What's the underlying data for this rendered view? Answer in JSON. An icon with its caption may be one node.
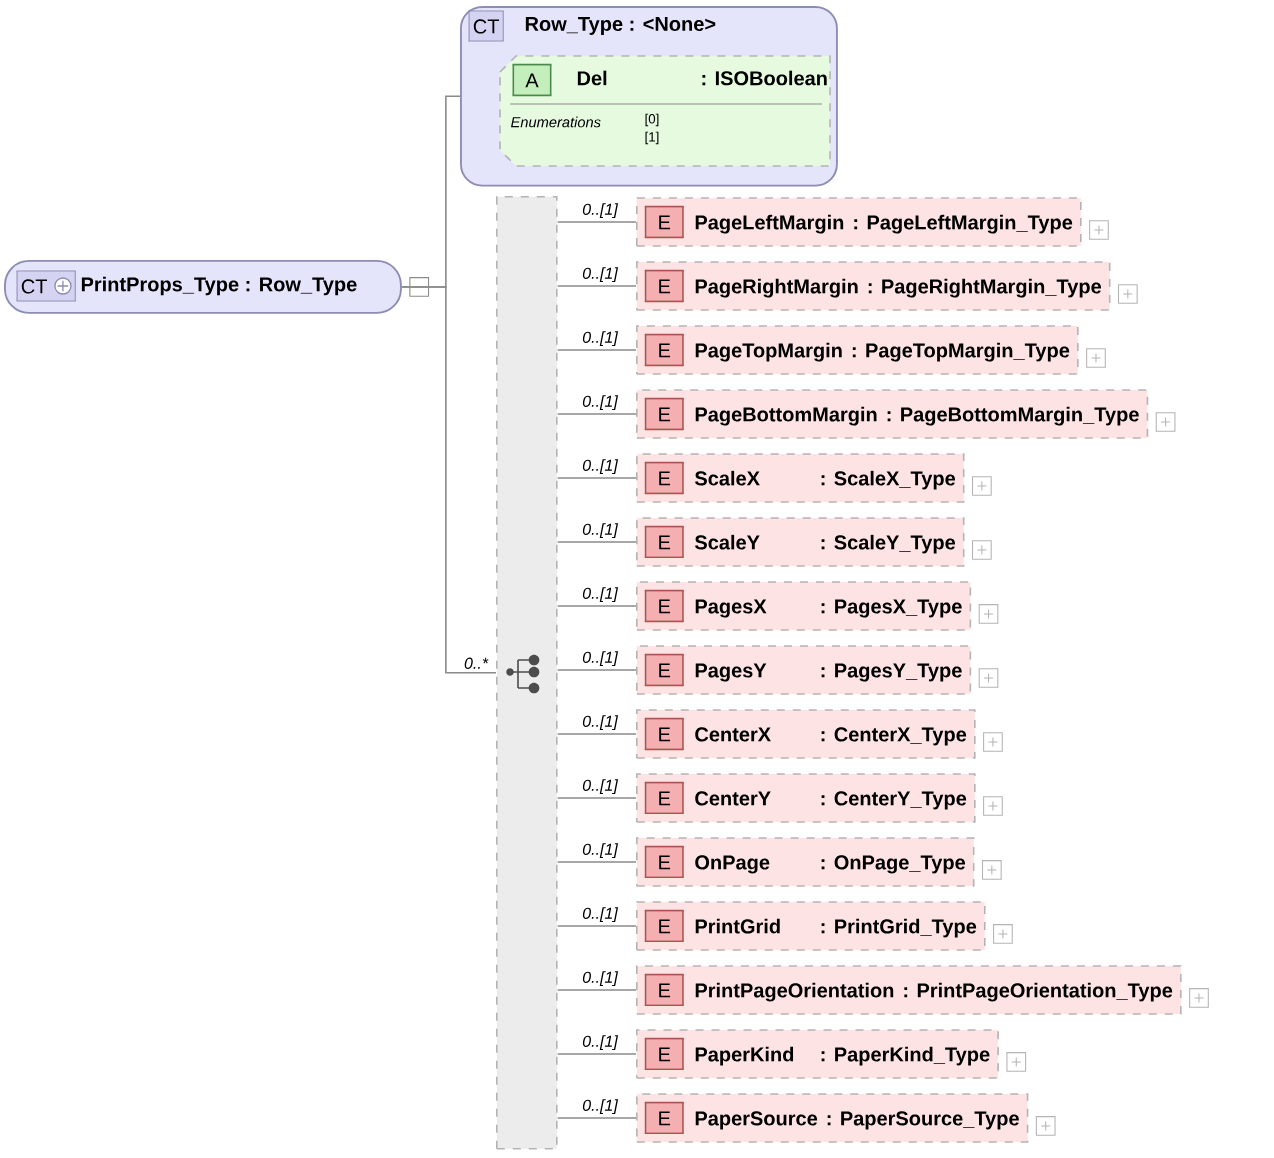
{
  "diagram": {
    "nodes": [
      {
        "text": [
          "CT",
          "PrintProps_Type : Row_Type"
        ]
      },
      {
        "text": [
          "CT",
          "Row_Type : <None>"
        ]
      },
      {
        "text": [
          "A",
          "Del",
          ": ISOBoolean",
          "Enumerations",
          "[0]",
          "[1]"
        ],
        "in": 1
      },
      {
        "text": [],
        "shape": "bar"
      },
      {
        "text": [
          "E",
          "PageLeftMargin",
          ": PageLeftMargin_Type"
        ]
      },
      {
        "text": [
          "E",
          "PageRightMargin",
          ": PageRightMargin_Type"
        ]
      },
      {
        "text": [
          "E",
          "PageTopMargin",
          ": PageTopMargin_Type"
        ]
      },
      {
        "text": [
          "E",
          "PageBottomMargin",
          ": PageBottomMargin_Type"
        ]
      },
      {
        "text": [
          "E",
          "ScaleX",
          ": ScaleX_Type"
        ]
      },
      {
        "text": [
          "E",
          "ScaleY",
          ": ScaleY_Type"
        ]
      },
      {
        "text": [
          "E",
          "PagesX",
          ": PagesX_Type"
        ]
      },
      {
        "text": [
          "E",
          "PagesY",
          ": PagesY_Type"
        ]
      },
      {
        "text": [
          "E",
          "CenterX",
          ": CenterX_Type"
        ]
      },
      {
        "text": [
          "E",
          "CenterY",
          ": CenterY_Type"
        ]
      },
      {
        "text": [
          "E",
          "OnPage",
          ": OnPage_Type"
        ]
      },
      {
        "text": [
          "E",
          "PrintGrid",
          ": PrintGrid_Type"
        ]
      },
      {
        "text": [
          "E",
          "PrintPageOrientation",
          ": PrintPageOrientation_Type"
        ]
      },
      {
        "text": [
          "E",
          "PaperKind",
          ": PaperKind_Type"
        ]
      },
      {
        "text": [
          "E",
          "PaperSource",
          ": PaperSource_Type"
        ]
      }
    ],
    "edges": [
      {
        "from": 0,
        "to": 1,
        "arrow": "none"
      },
      {
        "from": 0,
        "to": 3,
        "arrow": "none",
        "label": "0..*"
      },
      {
        "from": 3,
        "to": 4,
        "arrow": "none",
        "label": "0..[1]"
      },
      {
        "from": 3,
        "to": 5,
        "arrow": "none",
        "label": "0..[1]"
      },
      {
        "from": 3,
        "to": 6,
        "arrow": "none",
        "label": "0..[1]"
      },
      {
        "from": 3,
        "to": 7,
        "arrow": "none",
        "label": "0..[1]"
      },
      {
        "from": 3,
        "to": 8,
        "arrow": "none",
        "label": "0..[1]"
      },
      {
        "from": 3,
        "to": 9,
        "arrow": "none",
        "label": "0..[1]"
      },
      {
        "from": 3,
        "to": 10,
        "arrow": "none",
        "label": "0..[1]"
      },
      {
        "from": 3,
        "to": 11,
        "arrow": "none",
        "label": "0..[1]"
      },
      {
        "from": 3,
        "to": 12,
        "arrow": "none",
        "label": "0..[1]"
      },
      {
        "from": 3,
        "to": 13,
        "arrow": "none",
        "label": "0..[1]"
      },
      {
        "from": 3,
        "to": 14,
        "arrow": "none",
        "label": "0..[1]"
      },
      {
        "from": 3,
        "to": 15,
        "arrow": "none",
        "label": "0..[1]"
      },
      {
        "from": 3,
        "to": 16,
        "arrow": "none",
        "label": "0..[1]"
      },
      {
        "from": 3,
        "to": 17,
        "arrow": "none",
        "label": "0..[1]"
      },
      {
        "from": 3,
        "to": 18,
        "arrow": "none",
        "label": "0..[1]"
      }
    ]
  }
}
